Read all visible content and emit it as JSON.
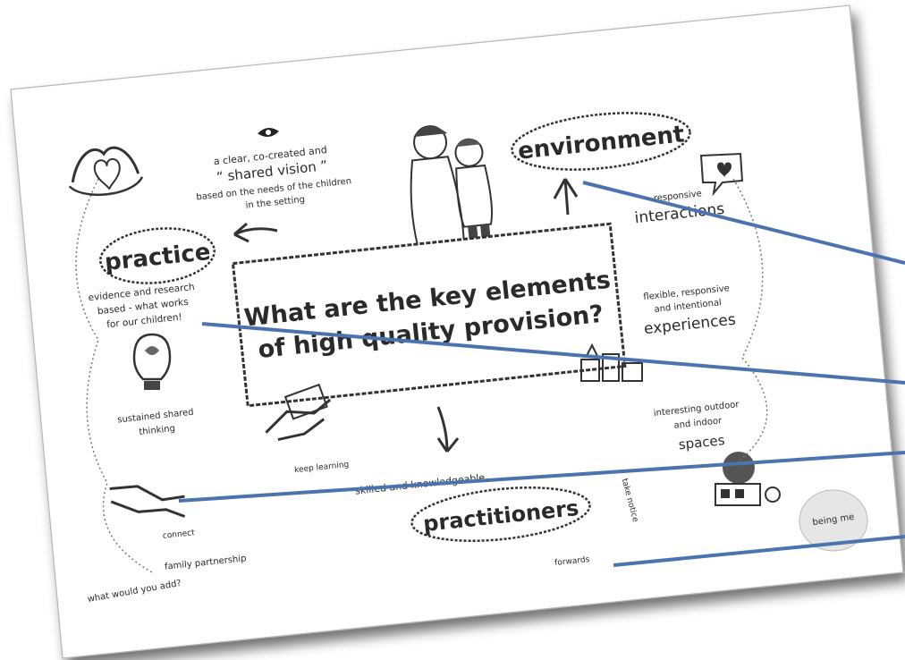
{
  "title": "What are the key elements of high quality provision?",
  "title_lines": [
    "What are the key elements",
    "of high quality provision?"
  ],
  "nodes": {
    "environment": "environment",
    "practice": "practice",
    "practitioners": "practitioners",
    "experiences": "experiences",
    "interactions": "interactions",
    "spaces": "spaces"
  },
  "notes": {
    "vision_line1": "a clear, co-created and",
    "vision_line2": "“ shared vision ”",
    "vision_line3": "based on the needs of the children",
    "vision_line4": "in the setting",
    "evidence_line1": "evidence and research",
    "evidence_line2": "based - what works",
    "evidence_line3": "for our children!",
    "flexible_line1": "flexible, responsive",
    "flexible_line2": "and intentional",
    "outdoor_line1": "interesting outdoor",
    "outdoor_line2": "and indoor",
    "sustained_line1": "sustained shared",
    "sustained_line2": "thinking",
    "family": "family partnership",
    "connect": "connect",
    "keep_learning": "keep learning",
    "skilled": "skilled and knowledgeable",
    "take_notice": "take notice",
    "forwards": "forwards",
    "what_add_line1": "what would you add?",
    "responsive": "responsive",
    "being_me": "being me",
    "heart": "♥"
  },
  "colors": {
    "pointer_line": "#4a73b0",
    "ink": "#2a2a2a",
    "card": "#ffffff",
    "shadow": "#9a9a9a"
  }
}
